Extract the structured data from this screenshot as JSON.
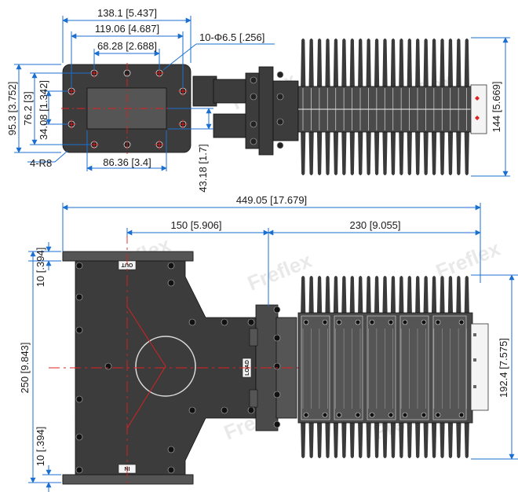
{
  "watermark": "Freflex",
  "top_view": {
    "dim_total_width": "138.1 [5.437]",
    "dim_hole_span_outer": "119.06 [4.687]",
    "dim_hole_span_inner": "68.28 [2.688]",
    "dim_holes": "10-Φ6.5 [.256]",
    "dim_height": "95.3 [3.752]",
    "dim_76": "76.2 [3]",
    "dim_34": "34.08 [1.342]",
    "dim_radius": "4-R8",
    "dim_86": "86.36 [3.4]",
    "dim_43": "43.18 [1.7]",
    "dim_144": "144 [5.669]"
  },
  "bottom_view": {
    "dim_total_length": "449.05 [17.679]",
    "dim_150": "150 [5.906]",
    "dim_230": "230 [9.055]",
    "dim_10_top": "10 [.394]",
    "dim_250": "250 [9.843]",
    "dim_10_bottom": "10 [.394]",
    "dim_192": "192.4 [7.575]",
    "port_out": "OUT",
    "port_in": "IN",
    "port_load": "LOAD"
  }
}
